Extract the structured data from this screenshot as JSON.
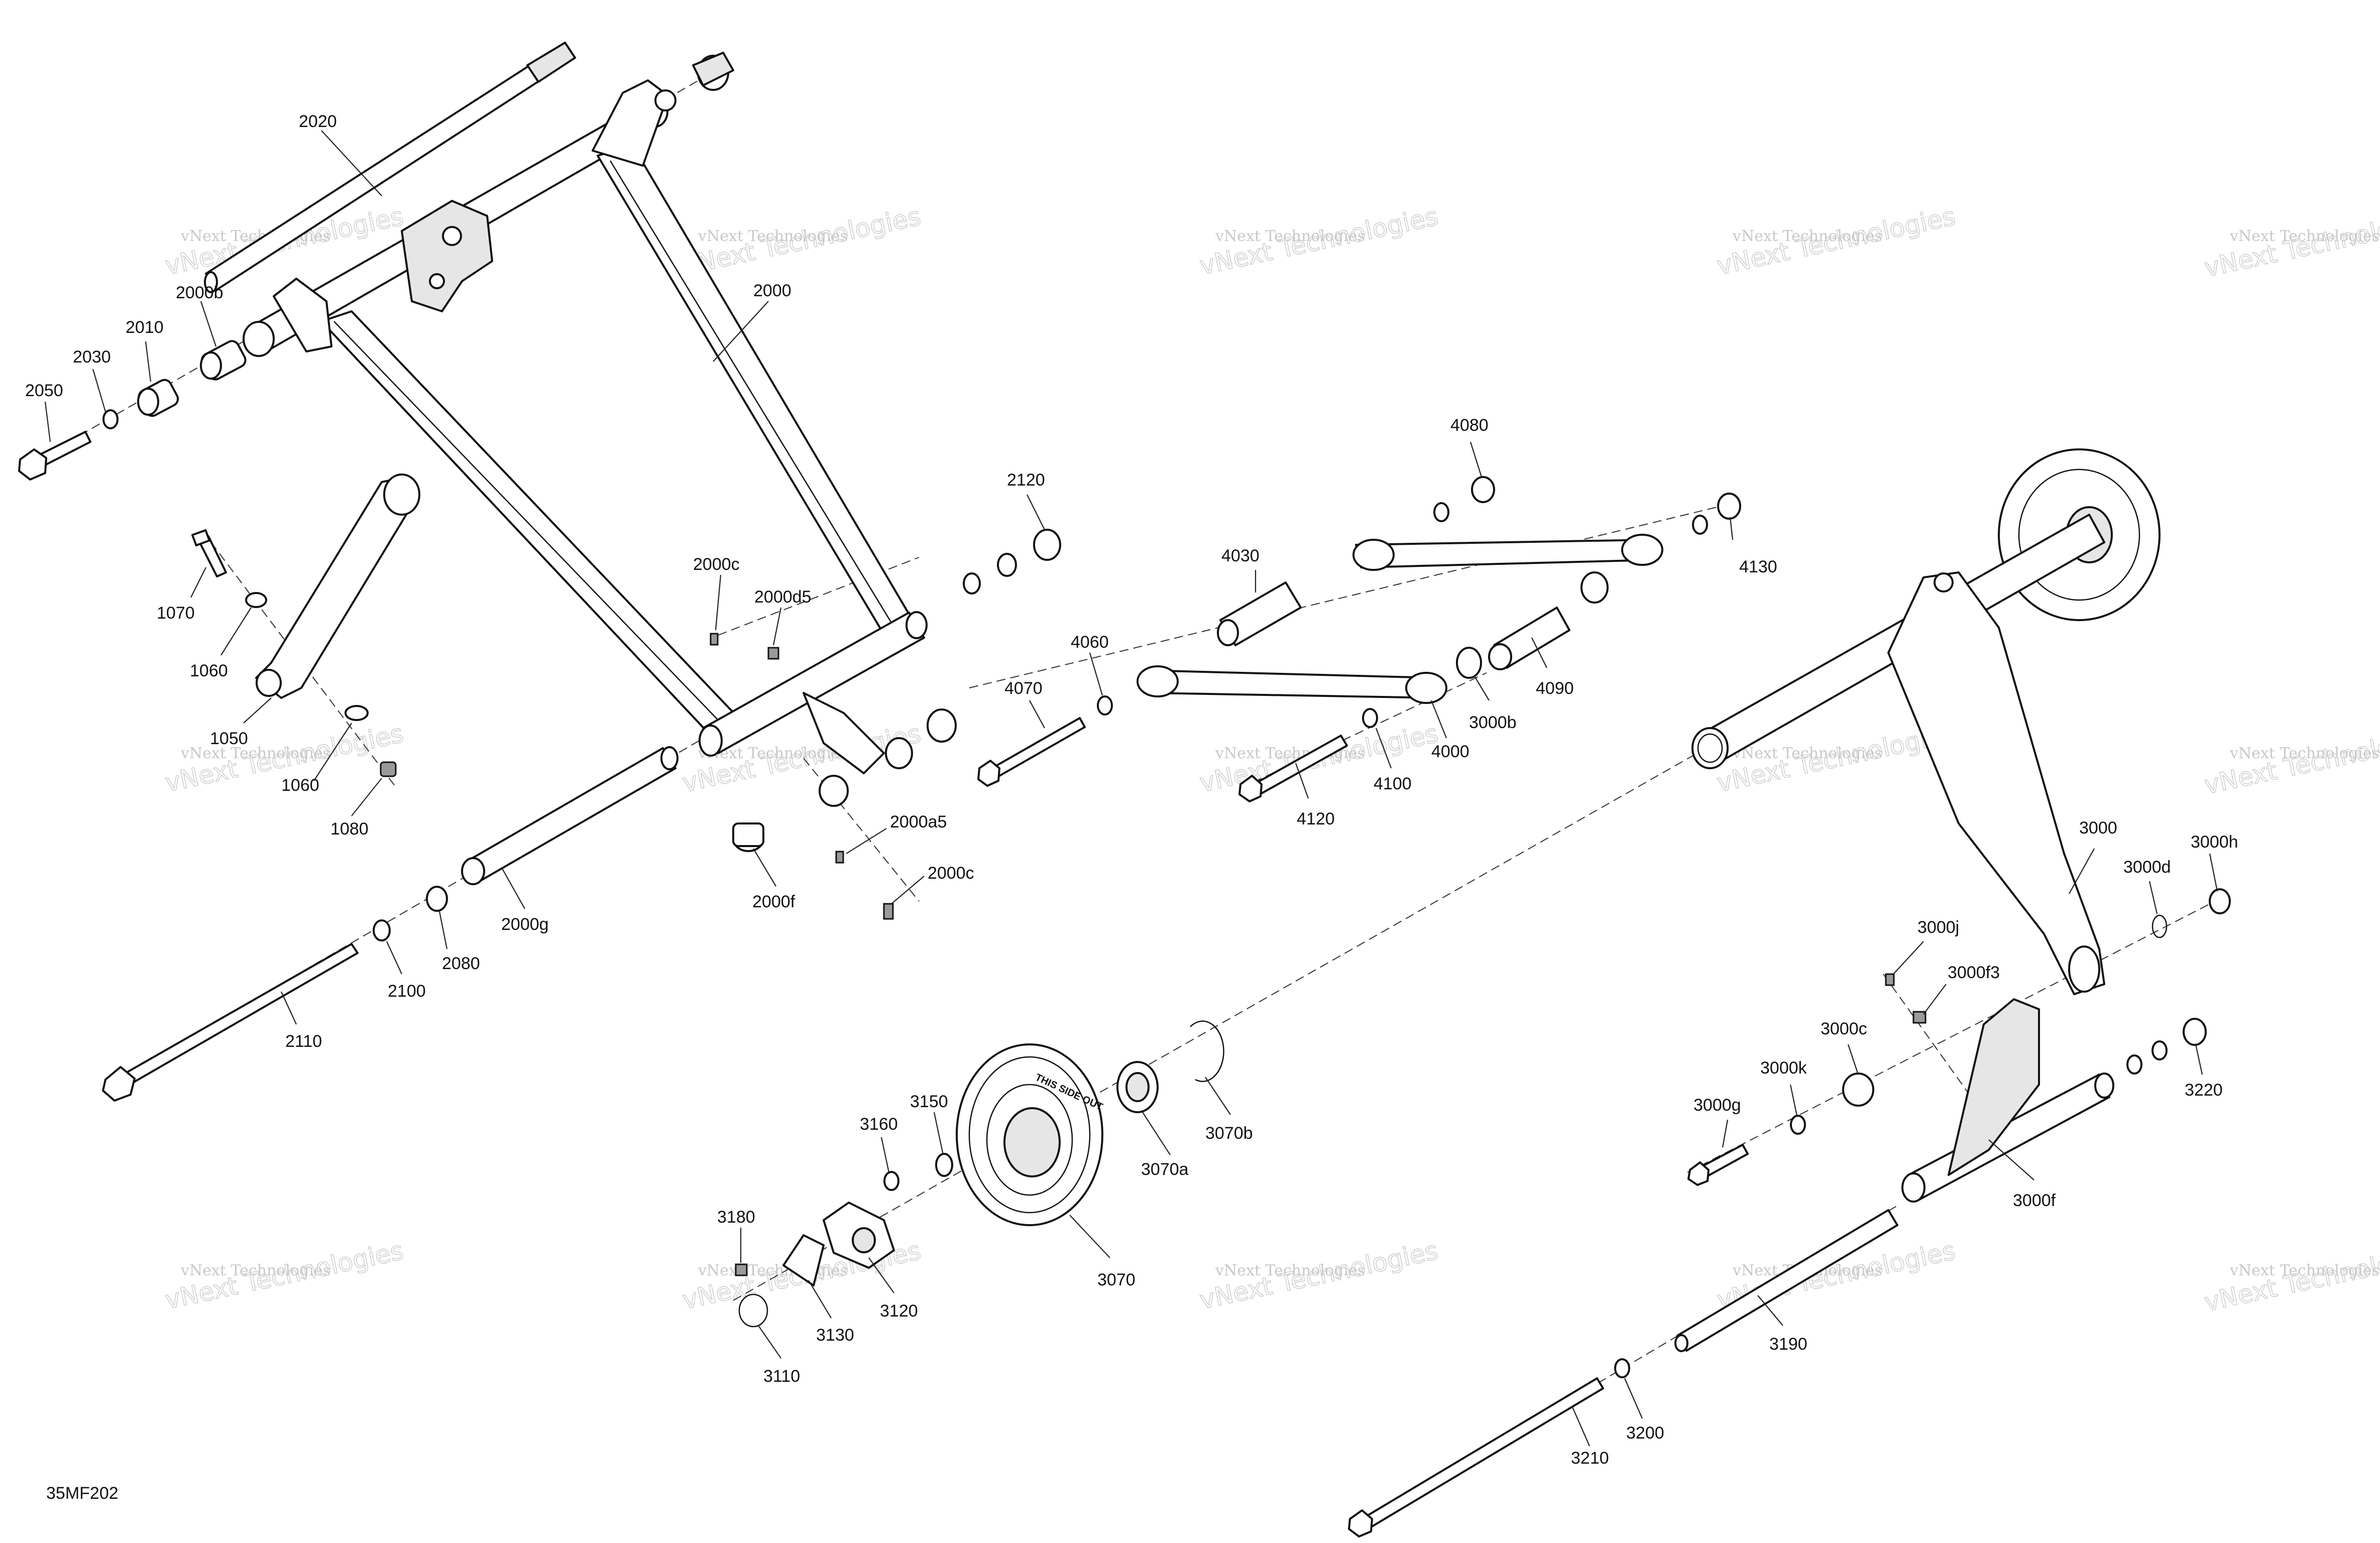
{
  "figure_code": "35MF202",
  "watermark": {
    "line1": "vNext Technologies",
    "line2": "vNext Technologies"
  },
  "callouts": {
    "c2020": "2020",
    "c2000b": "2000b",
    "c2010": "2010",
    "c2030": "2030",
    "c2050": "2050",
    "c2000": "2000",
    "c1070": "1070",
    "c1060a": "1060",
    "c1050": "1050",
    "c1060b": "1060",
    "c1080": "1080",
    "c2000c_a": "2000c",
    "c2000d5": "2000d5",
    "c2120": "2120",
    "c2000a5": "2000a5",
    "c2000c_b": "2000c",
    "c2000f": "2000f",
    "c2000g": "2000g",
    "c2080": "2080",
    "c2100": "2100",
    "c2110": "2110",
    "c4080": "4080",
    "c4030": "4030",
    "c4130": "4130",
    "c4060": "4060",
    "c4070": "4070",
    "c4090": "4090",
    "c3000b": "3000b",
    "c4000": "4000",
    "c4100": "4100",
    "c4120": "4120",
    "c3000": "3000",
    "c3000h": "3000h",
    "c3000d": "3000d",
    "c3000j": "3000j",
    "c3000f3": "3000f3",
    "c3000c": "3000c",
    "c3000k": "3000k",
    "c3000g": "3000g",
    "c3220": "3220",
    "c3000f": "3000f",
    "c3150": "3150",
    "c3160": "3160",
    "c3070a": "3070a",
    "c3070b": "3070b",
    "c3070": "3070",
    "c3180": "3180",
    "c3130": "3130",
    "c3120": "3120",
    "c3110": "3110",
    "c3190": "3190",
    "c3200": "3200",
    "c3210": "3210"
  },
  "wheel_text": "THIS SIDE OUT"
}
